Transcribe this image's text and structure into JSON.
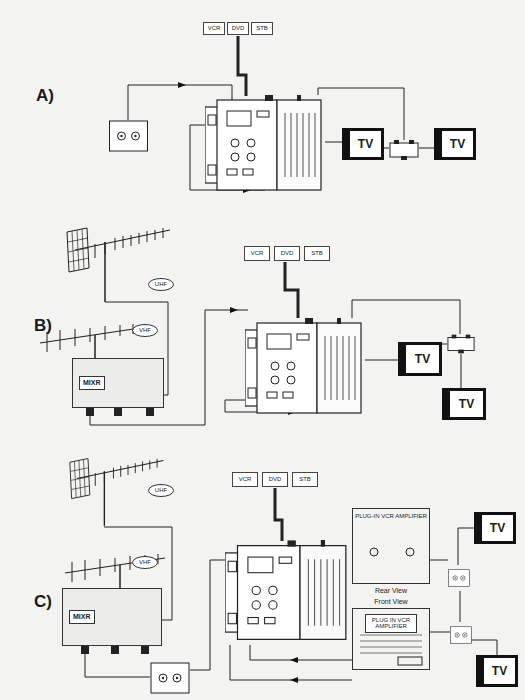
{
  "diagram": {
    "nodes": [
      {
        "text": [
          "VCR"
        ]
      },
      {
        "text": [
          "DVD"
        ]
      },
      {
        "text": [
          "STB"
        ]
      },
      {
        "text": [
          "TV"
        ]
      },
      {
        "text": [
          "TV"
        ]
      },
      {
        "text": [
          "UHF"
        ]
      },
      {
        "text": [
          "VCR"
        ]
      },
      {
        "text": [
          "DVD"
        ]
      },
      {
        "text": [
          "STB"
        ]
      },
      {
        "text": [
          "VHF"
        ]
      },
      {
        "text": [
          "MIXR"
        ]
      },
      {
        "text": [
          "TV"
        ]
      },
      {
        "text": [
          "TV"
        ]
      },
      {
        "text": [
          "UHF"
        ]
      },
      {
        "text": [
          "VCR"
        ]
      },
      {
        "text": [
          "DVD"
        ]
      },
      {
        "text": [
          "STB"
        ]
      },
      {
        "text": [
          "PLUG-IN VCR AMPLIFIER",
          "Rear View"
        ]
      },
      {
        "text": [
          "TV"
        ]
      },
      {
        "text": [
          "VHF"
        ]
      },
      {
        "text": [
          "Front View",
          "PLUG IN VCR AMPLIFIER"
        ]
      },
      {
        "text": [
          "MIXR"
        ]
      },
      {
        "text": [
          "TV"
        ]
      }
    ],
    "labels": [
      "A)",
      "B)",
      "C)"
    ]
  }
}
